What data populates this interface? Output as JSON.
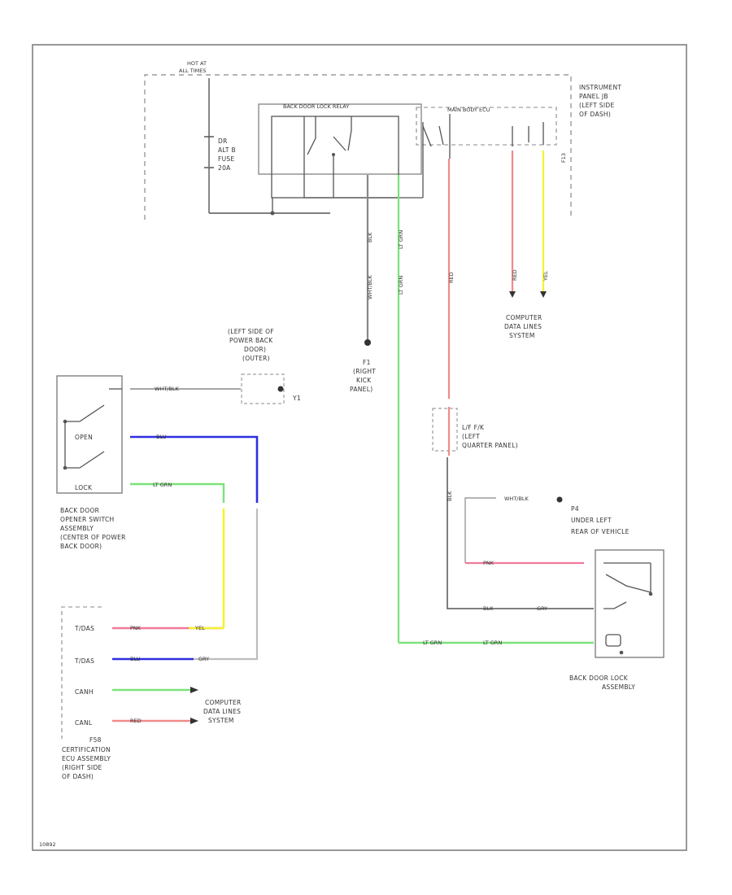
{
  "labels": {
    "hot_at": [
      "HOT AT",
      "ALL TIMES"
    ],
    "instrument_panel": [
      "INSTRUMENT",
      "PANEL JB",
      "(LEFT SIDE",
      "OF DASH)"
    ],
    "fuse": [
      "DR",
      "ALT B",
      "FUSE",
      "20A"
    ],
    "relay": "BACK DOOR LOCK RELAY",
    "main_body_ecu": "MAIN BODY ECU",
    "connector_side": "F13",
    "computer_data_lines_top": [
      "COMPUTER",
      "DATA LINES",
      "SYSTEM"
    ],
    "power_back_door": [
      "(LEFT SIDE OF",
      "POWER BACK",
      "DOOR)",
      "(OUTER)"
    ],
    "ground_y1": "Y1",
    "ground_f1": [
      "F1",
      "(RIGHT",
      "KICK",
      "PANEL)"
    ],
    "lf_fk": [
      "L/F F/K",
      "(LEFT",
      "QUARTER PANEL)"
    ],
    "ground_p4": [
      "P4",
      "UNDER LEFT",
      "REAR OF VEHICLE"
    ],
    "switch_open": "OPEN",
    "switch_lock": "LOCK",
    "switch_assembly": [
      "BACK DOOR",
      "OPENER SWITCH",
      "ASSEMBLY",
      "(CENTER OF POWER",
      "BACK DOOR)"
    ],
    "lock_assembly": [
      "BACK DOOR LOCK",
      "ASSEMBLY"
    ],
    "ecu_pins": [
      "T/DAS",
      "T/DAS",
      "CANH",
      "CANL"
    ],
    "ecu_assembly": [
      "F58",
      "CERTIFICATION",
      "ECU ASSEMBLY",
      "(RIGHT SIDE",
      "OF DASH)"
    ],
    "computer_data_lines_bottom": [
      "COMPUTER",
      "DATA LINES",
      "SYSTEM"
    ],
    "figure_id": "10892"
  },
  "wires": {
    "wht_blk_1": "WHT/BLK",
    "wht_blk_2": "WHT/BLK",
    "wht_blk_3": "WHT/BLK",
    "blk_1": "BLK",
    "blk_2": "BLK",
    "lt_grn_1": "LT GRN",
    "lt_grn_2": "LT GRN",
    "lt_grn_3": "LT GRN",
    "lt_grn_4": "LT GRN",
    "lt_grn_5": "LT GRN",
    "red_1": "RED",
    "red_2": "RED",
    "red_3": "RED",
    "yel_1": "YEL",
    "yel_2": "YEL",
    "blu_1": "BLU",
    "blu_2": "BLU",
    "pnk_1": "PNK",
    "pnk_2": "PNK",
    "gry_1": "GRY",
    "gry_2": "GRY",
    "blk_3": "BLK"
  },
  "colors": {
    "red": "#f08a8a",
    "yellow": "#f3f330",
    "green": "#7be27b",
    "blue": "#2f2fe0",
    "pink": "#f07a9a",
    "gray": "#bdbdbd",
    "line": "#4a4a4a"
  }
}
